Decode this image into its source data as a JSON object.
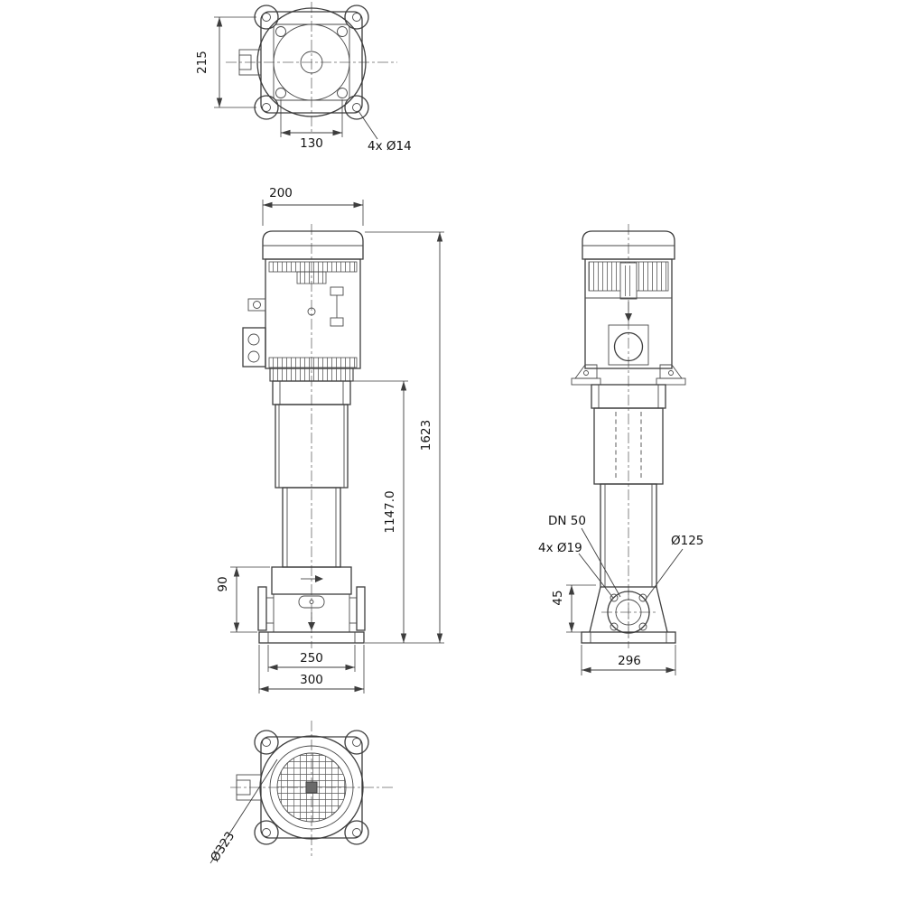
{
  "views": {
    "top": {
      "dim_height": "215",
      "dim_bolt_pitch": "130",
      "holes_label": "4x Ø14"
    },
    "front": {
      "dim_motor_width": "200",
      "dim_total_height": "1623",
      "dim_pump_height": "1147.0",
      "dim_base_height": "90",
      "dim_base_inner_width": "250",
      "dim_base_outer_width": "300"
    },
    "side": {
      "flange_label": "DN 50",
      "holes_label": "4x Ø19",
      "flange_diameter": "Ø125",
      "dim_port_height": "45",
      "dim_base_width": "296"
    },
    "bottom": {
      "dim_outer_diameter": "Ø323"
    }
  }
}
